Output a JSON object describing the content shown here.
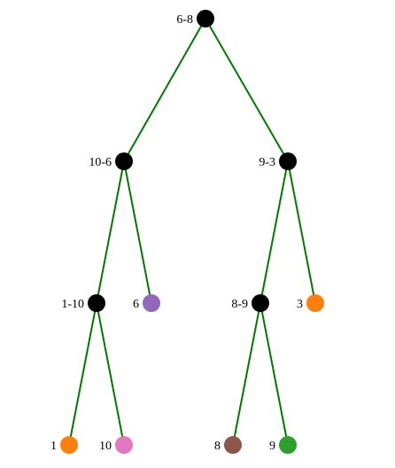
{
  "tree": {
    "edge_color": "#007a00",
    "nodes": [
      {
        "id": "n-6-8",
        "label": "6-8",
        "color": "#000000",
        "parent": null
      },
      {
        "id": "n-10-6",
        "label": "10-6",
        "color": "#000000",
        "parent": "n-6-8"
      },
      {
        "id": "n-9-3",
        "label": "9-3",
        "color": "#000000",
        "parent": "n-6-8"
      },
      {
        "id": "n-1-10",
        "label": "1-10",
        "color": "#000000",
        "parent": "n-10-6"
      },
      {
        "id": "n-6",
        "label": "6",
        "color": "#9467bd",
        "parent": "n-10-6"
      },
      {
        "id": "n-8-9",
        "label": "8-9",
        "color": "#000000",
        "parent": "n-9-3"
      },
      {
        "id": "n-3",
        "label": "3",
        "color": "#ff7f0e",
        "parent": "n-9-3"
      },
      {
        "id": "n-1",
        "label": "1",
        "color": "#ff7f0e",
        "parent": "n-1-10"
      },
      {
        "id": "n-10",
        "label": "10",
        "color": "#e377c2",
        "parent": "n-1-10"
      },
      {
        "id": "n-8",
        "label": "8",
        "color": "#8c564b",
        "parent": "n-8-9"
      },
      {
        "id": "n-9",
        "label": "9",
        "color": "#2ca02c",
        "parent": "n-8-9"
      }
    ]
  }
}
